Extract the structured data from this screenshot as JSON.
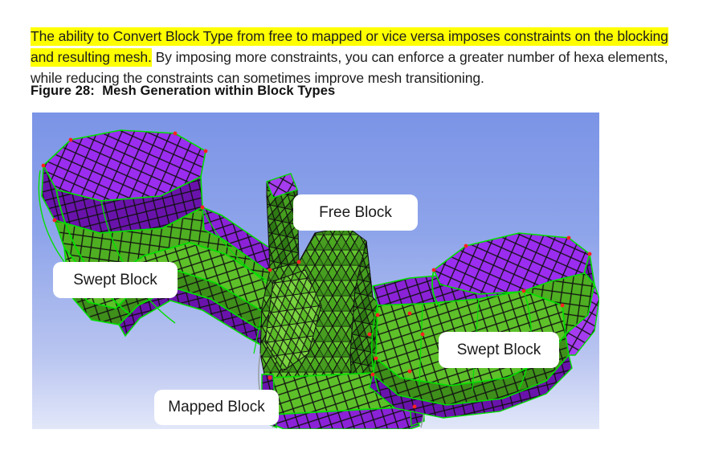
{
  "document": {
    "paragraph": {
      "highlighted_text": "The ability to Convert Block Type from free to mapped or vice versa imposes constraints on the blocking and resulting mesh.",
      "rest_text": " By imposing more constraints, you can enforce a greater number of hexa elements, while reducing the constraints can sometimes improve mesh transitioning.",
      "highlight_color": "#ffff00"
    },
    "figure": {
      "caption": "Figure 28:  Mesh Generation within Block Types",
      "background_top_color": "#7b94e6",
      "background_bottom_color": "#dfe5f8",
      "mesh_colors": {
        "hex_green": "#5ec12a",
        "hex_green_dark": "#2f7a14",
        "hex_green_mid": "#46a020",
        "mapped_purple": "#8b22d8",
        "mapped_purple_dark": "#5d0f96",
        "mapped_purple_light": "#a63cf0",
        "edge_black": "#101010",
        "curve_green": "#00e000",
        "vertex_red": "#ff2020"
      },
      "callouts": [
        {
          "id": "free-block",
          "label": "Free Block"
        },
        {
          "id": "swept-block-left",
          "label": "Swept Block"
        },
        {
          "id": "swept-block-right",
          "label": "Swept Block"
        },
        {
          "id": "mapped-block",
          "label": "Mapped Block"
        }
      ]
    }
  }
}
